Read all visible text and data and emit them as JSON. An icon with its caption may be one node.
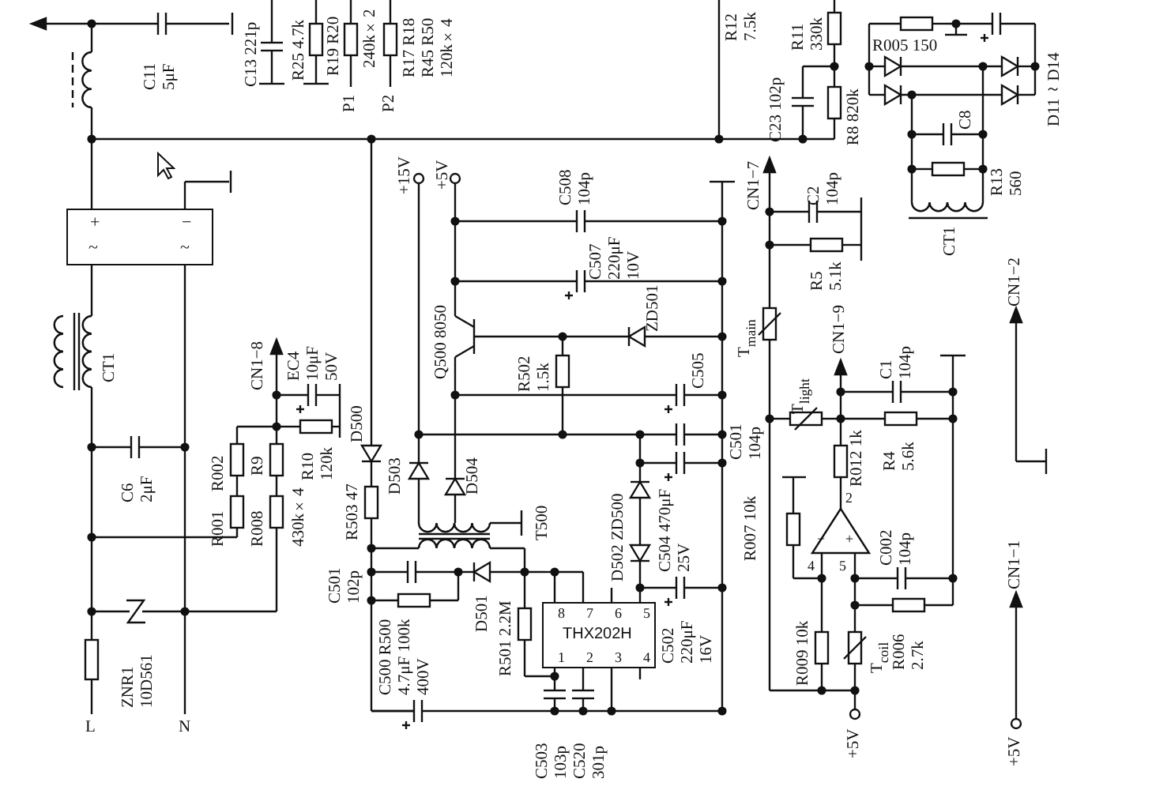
{
  "diagram": {
    "nodes": [
      {
        "text": [
          "+",
          "−",
          "~",
          "~"
        ]
      },
      {
        "text": [
          "THX202H"
        ]
      }
    ],
    "labels": [
      "C11 5μF",
      "C13 221p",
      "R25 4.7k",
      "R19 R20",
      "P1",
      "240k×2",
      "P2",
      "R17 R18 R45 R50 120k×4",
      "R12 7.5k",
      "C23 102p",
      "R11 330k",
      "R8 820k",
      "R005 150",
      "C8",
      "R13 560",
      "D11～D14",
      "+15V",
      "+5V",
      "C508 104p",
      "C507 220μF 10V",
      "CN1−7",
      "C2 104p",
      "R5 5.1k",
      "CT1",
      "CN1−2",
      "CT1",
      "CN1−8",
      "EC4 10μF 50V",
      "Q500 8050",
      "R502 1.5k",
      "ZD501",
      "C505",
      "T$_{main}$",
      "T$_{light}$",
      "CN1−9",
      "C1 104p",
      "C6 2μF",
      "R002",
      "R9",
      "430k×4",
      "R10 120k",
      "R503 47",
      "D500",
      "D503",
      "D504",
      "T500",
      "D502 ZD500",
      "C504 470μF 25V",
      "C501 104p",
      "R007 10k",
      "2",
      "R012 1k",
      "R4 5.6k",
      "R001",
      "R008",
      "C501 102p",
      "4",
      "−",
      "5",
      "+",
      "C002 104p",
      "CN1−1",
      "ZNR1 10D561",
      "C500 R500 4.7μF 100k 400V",
      "D501",
      "R501 2.2M",
      "8",
      "7",
      "6",
      "5",
      "C502 220μF 16V",
      "R009 10k",
      "T$_{coil}$",
      "R006 2.7k",
      "1",
      "2",
      "3",
      "4",
      "L",
      "N",
      "C503 103p",
      "C520 301p",
      "+5V",
      "+5V"
    ]
  }
}
